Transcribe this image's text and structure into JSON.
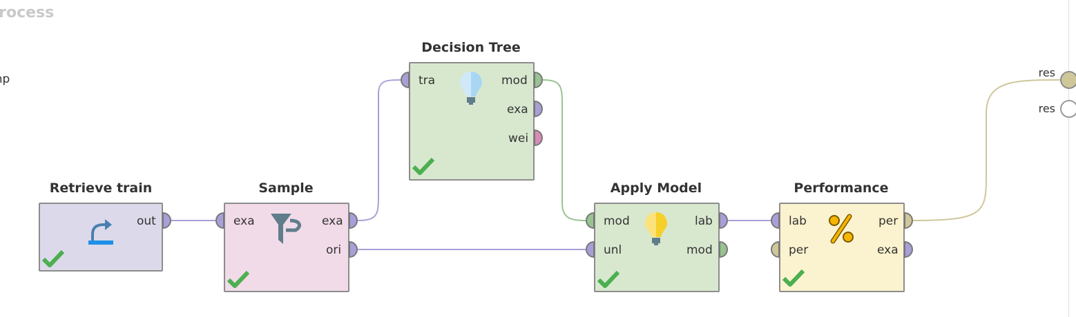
{
  "process": {
    "title": "Process",
    "input_port_label": "inp"
  },
  "result_ports": [
    {
      "label": "res"
    },
    {
      "label": "res"
    }
  ],
  "colors": {
    "example_port": "#a99fd8",
    "model_port": "#98c390",
    "weight_port": "#d98bb8",
    "performance_port": "#cfc79a",
    "retrieve_bg": "#dcdaea",
    "sample_bg": "#f1dbe8",
    "model_bg": "#d8e8cf",
    "performance_bg": "#fbf3cf",
    "check": "#4caf50"
  },
  "operators": {
    "retrieve": {
      "name": "Retrieve train",
      "icon": "retrieve-arrow-icon",
      "out_ports": [
        "out"
      ]
    },
    "sample": {
      "name": "Sample",
      "icon": "funnel-icon",
      "in_ports": [
        "exa"
      ],
      "out_ports": [
        "exa",
        "ori"
      ]
    },
    "decision_tree": {
      "name": "Decision Tree",
      "icon": "lightbulb-blue-icon",
      "in_ports": [
        "tra"
      ],
      "out_ports": [
        "mod",
        "exa",
        "wei"
      ]
    },
    "apply_model": {
      "name": "Apply Model",
      "icon": "lightbulb-yellow-icon",
      "in_ports": [
        "mod",
        "unl"
      ],
      "out_ports": [
        "lab",
        "mod"
      ]
    },
    "performance": {
      "name": "Performance",
      "icon": "percent-icon",
      "in_ports": [
        "lab",
        "per"
      ],
      "out_ports": [
        "per",
        "exa"
      ]
    }
  }
}
